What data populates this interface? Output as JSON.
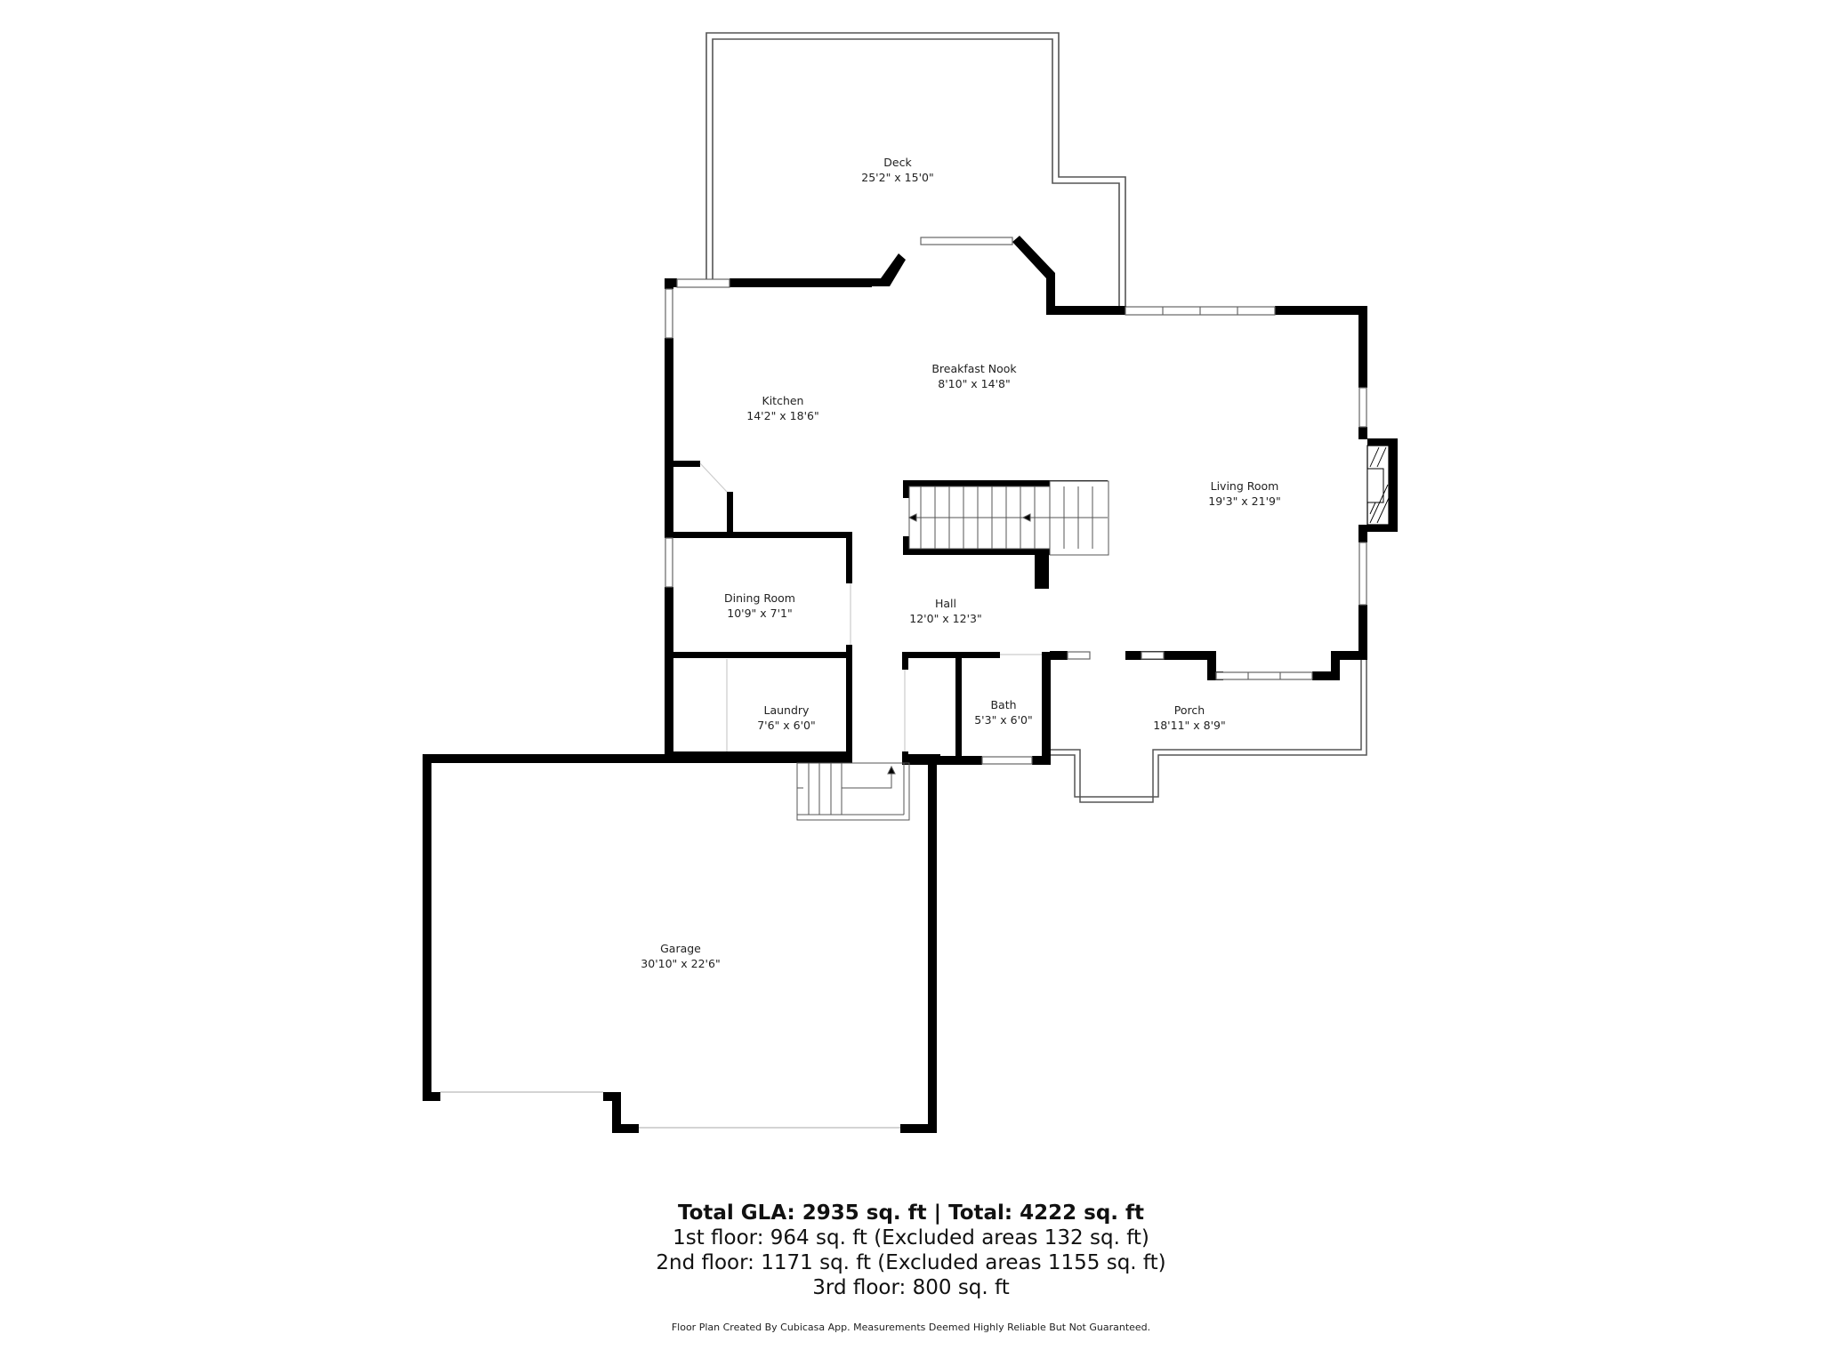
{
  "rooms": [
    {
      "id": "deck",
      "name": "Deck",
      "dims": "25'2\" x 15'0\""
    },
    {
      "id": "breakfast-nook",
      "name": "Breakfast Nook",
      "dims": "8'10\" x 14'8\""
    },
    {
      "id": "kitchen",
      "name": "Kitchen",
      "dims": "14'2\" x 18'6\""
    },
    {
      "id": "living-room",
      "name": "Living Room",
      "dims": "19'3\" x 21'9\""
    },
    {
      "id": "dining-room",
      "name": "Dining Room",
      "dims": "10'9\" x 7'1\""
    },
    {
      "id": "hall",
      "name": "Hall",
      "dims": "12'0\" x 12'3\""
    },
    {
      "id": "laundry",
      "name": "Laundry",
      "dims": "7'6\" x 6'0\""
    },
    {
      "id": "bath",
      "name": "Bath",
      "dims": "5'3\" x 6'0\""
    },
    {
      "id": "porch",
      "name": "Porch",
      "dims": "18'11\" x 8'9\""
    },
    {
      "id": "garage",
      "name": "Garage",
      "dims": "30'10\" x 22'6\""
    }
  ],
  "summary": {
    "total": "Total GLA: 2935 sq. ft | Total: 4222 sq. ft",
    "floors": [
      "1st floor: 964 sq. ft (Excluded areas 132 sq. ft)",
      "2nd floor: 1171 sq. ft (Excluded areas 1155 sq. ft)",
      "3rd floor: 800 sq. ft"
    ]
  },
  "disclaimer": "Floor Plan Created By Cubicasa App. Measurements Deemed Highly Reliable But Not Guaranteed.",
  "colors": {
    "wall": "#000000",
    "outline": "#555555",
    "window": "#888888",
    "background": "#ffffff"
  }
}
